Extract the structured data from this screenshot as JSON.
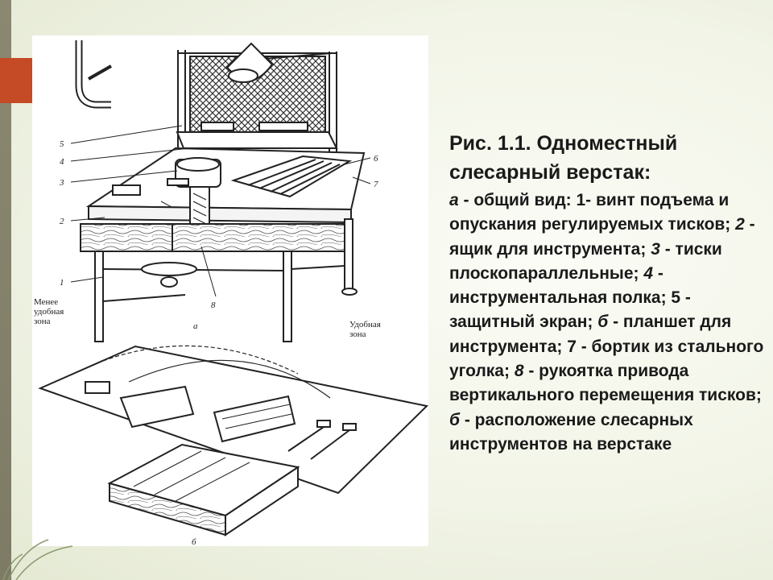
{
  "slide": {
    "accent_color": "#c54a26",
    "stripe_color": "#7d7b66"
  },
  "figure": {
    "callouts": [
      "5",
      "4",
      "3",
      "2",
      "1",
      "8",
      "6",
      "7"
    ],
    "sub_labels": {
      "a": "а",
      "b": "б"
    },
    "zone_less": [
      "Менее",
      "удобная",
      "зона"
    ],
    "zone_comfort": [
      "Удобная",
      "зона"
    ]
  },
  "caption": {
    "title_line1": "Рис. 1.1. Одноместный",
    "title_line2": "слесарный верстак:",
    "body": [
      {
        "num": "а",
        "text": " - общий вид: 1- винт подъема и опускания регулируемых тисков; "
      },
      {
        "num": "2",
        "text": " - ящик для инструмента; "
      },
      {
        "num": "3",
        "text": " - тиски плоскопараллельные; "
      },
      {
        "num": "4",
        "text": " - инструментальная полка; 5 - защитный экран; "
      },
      {
        "num": "б",
        "text": " - планшет для инструмента; 7 - бортик из стального уголка; "
      },
      {
        "num": "8",
        "text": " - рукоятка привода вертикального перемещения тисков; "
      },
      {
        "num": "б",
        "text": " - расположение слесарных инструментов на верстаке"
      }
    ]
  }
}
